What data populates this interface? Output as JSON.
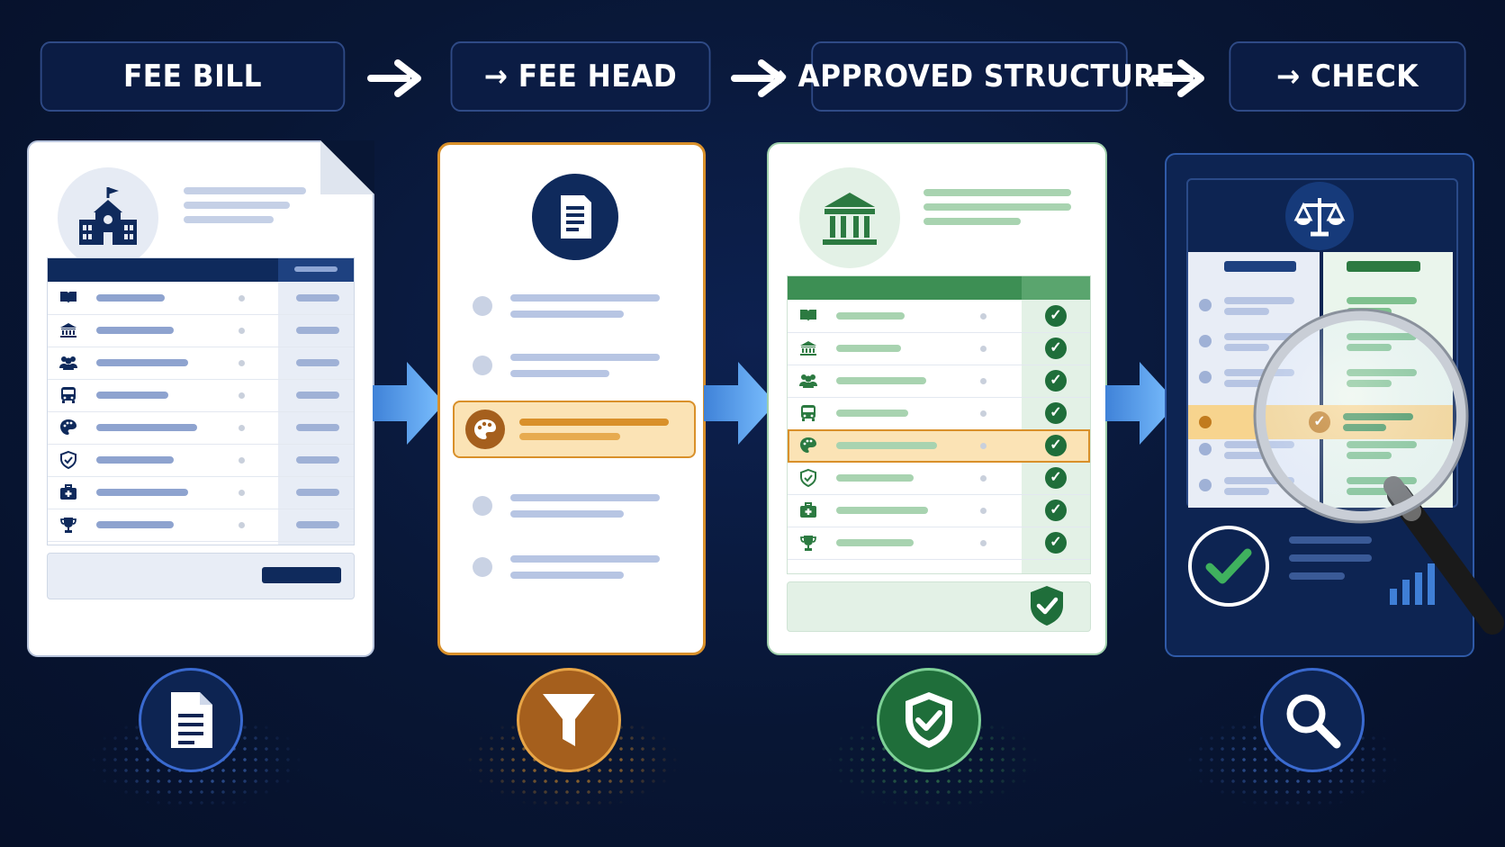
{
  "stages": [
    {
      "label": "FEE BILL"
    },
    {
      "label": "→ FEE HEAD"
    },
    {
      "label": "→ APPROVED STRUCTURE"
    },
    {
      "label": "→ CHECK"
    }
  ],
  "icons": {
    "fee_bill_header": "school-building-icon",
    "fee_head_header": "document-icon",
    "approved_header": "bank-building-icon",
    "check_header": "balance-scale-icon",
    "bottom": [
      "document-icon",
      "filter-funnel-icon",
      "shield-check-icon",
      "magnifier-icon"
    ],
    "rows": [
      "book-icon",
      "bank-icon",
      "people-icon",
      "bus-icon",
      "palette-icon",
      "shield-icon",
      "medical-kit-icon",
      "trophy-icon"
    ]
  },
  "colors": {
    "navy": "#0f2a5c",
    "blue_line": "#b7c5e3",
    "orange": "#d9902a",
    "orange_light": "#fbe3b5",
    "green": "#3d8f54",
    "green_light": "#a8d3b0",
    "arrow_blue": "#5aa9f0"
  }
}
